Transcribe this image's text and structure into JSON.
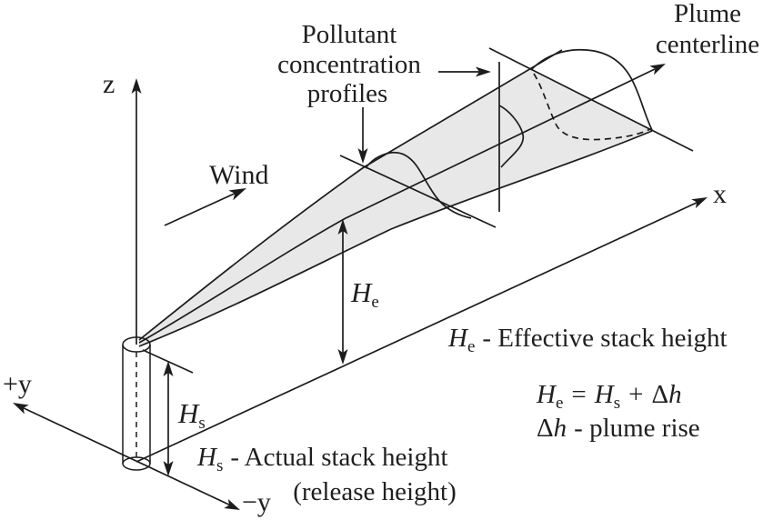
{
  "colors": {
    "line": "#1c1c1c",
    "text": "#1f1f1f",
    "plume_fill": "#e8e8e8",
    "background": "#ffffff"
  },
  "axes": {
    "z": "z",
    "x": "x",
    "plus_y": "+y",
    "minus_y": "−y"
  },
  "labels": {
    "wind": "Wind",
    "pollutant_profiles": {
      "line1": "Pollutant",
      "line2": "concentration",
      "line3": "profiles"
    },
    "plume_centerline": {
      "line1": "Plume",
      "line2": "centerline"
    }
  },
  "symbols": {
    "H": "H",
    "sub_e": "e",
    "sub_s": "s",
    "delta": "Δ",
    "h": "h"
  },
  "legend": {
    "he_definition": "- Effective stack height",
    "equation_equals": "=",
    "equation_plus": "+",
    "delta_definition": "- plume rise",
    "hs_definition": "- Actual stack height",
    "hs_definition_line2": "(release height)"
  }
}
